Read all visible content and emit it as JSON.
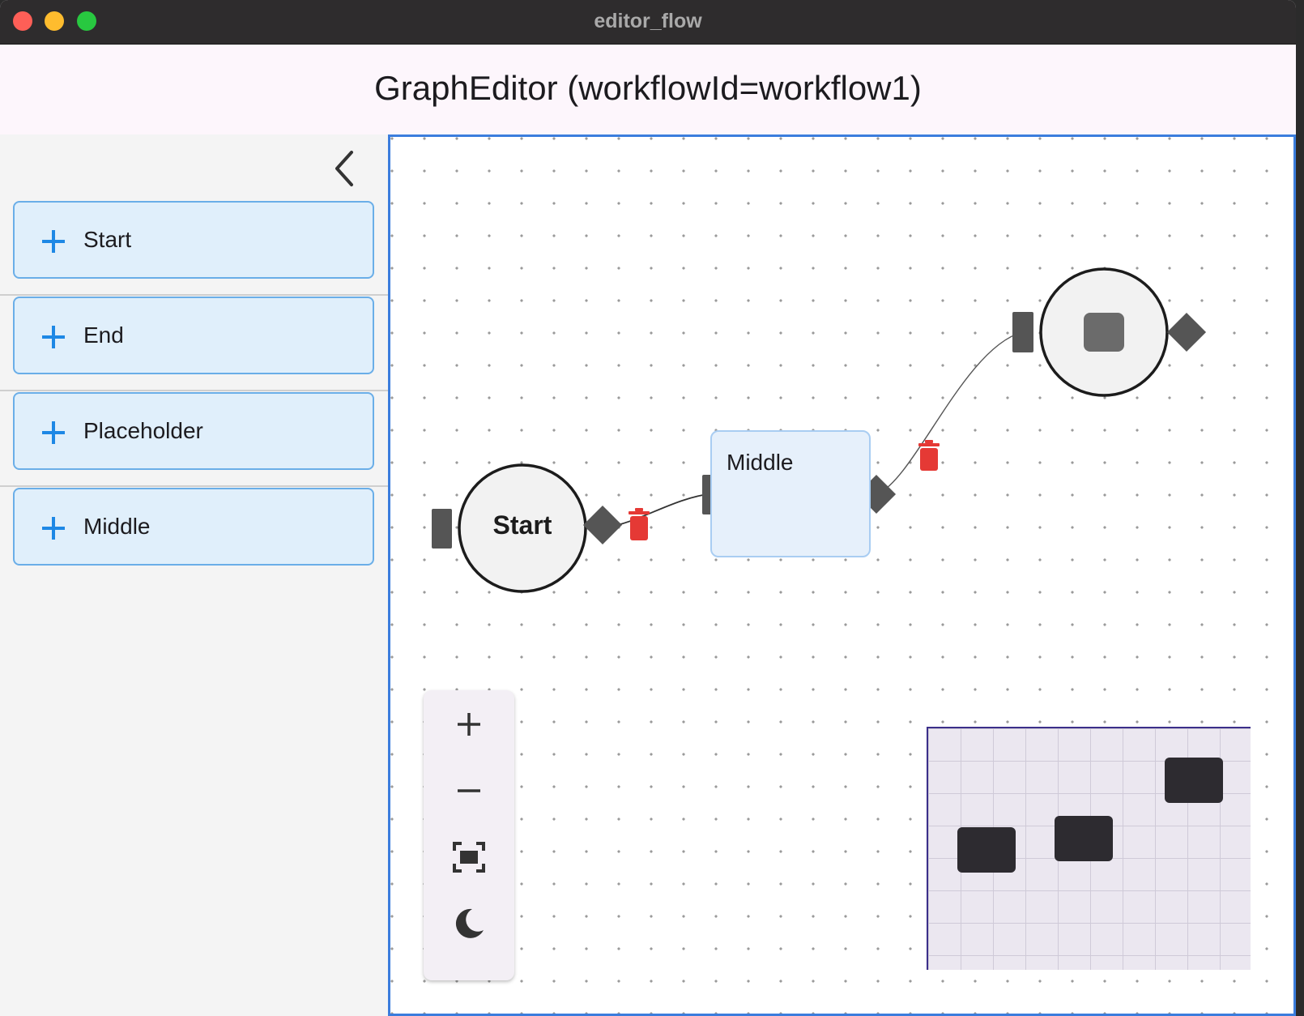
{
  "window": {
    "title": "editor_flow"
  },
  "app": {
    "title": "GraphEditor (workflowId=workflow1)"
  },
  "sidebar": {
    "items": [
      {
        "label": "Start"
      },
      {
        "label": "End"
      },
      {
        "label": "Placeholder"
      },
      {
        "label": "Middle"
      }
    ]
  },
  "graph": {
    "nodes": [
      {
        "id": "start",
        "label": "Start",
        "shape": "circle"
      },
      {
        "id": "middle",
        "label": "Middle",
        "shape": "rounded-rect"
      },
      {
        "id": "end",
        "label": "",
        "shape": "circle-with-stop"
      }
    ],
    "edges": [
      {
        "from": "start",
        "to": "middle"
      },
      {
        "from": "middle",
        "to": "end"
      }
    ]
  },
  "controls": [
    "zoom-in",
    "zoom-out",
    "fit-view",
    "dark-mode"
  ],
  "colors": {
    "accent": "#3b7ddd",
    "palette_bg": "#e0effb",
    "delete": "#e53935",
    "port": "#555555"
  }
}
